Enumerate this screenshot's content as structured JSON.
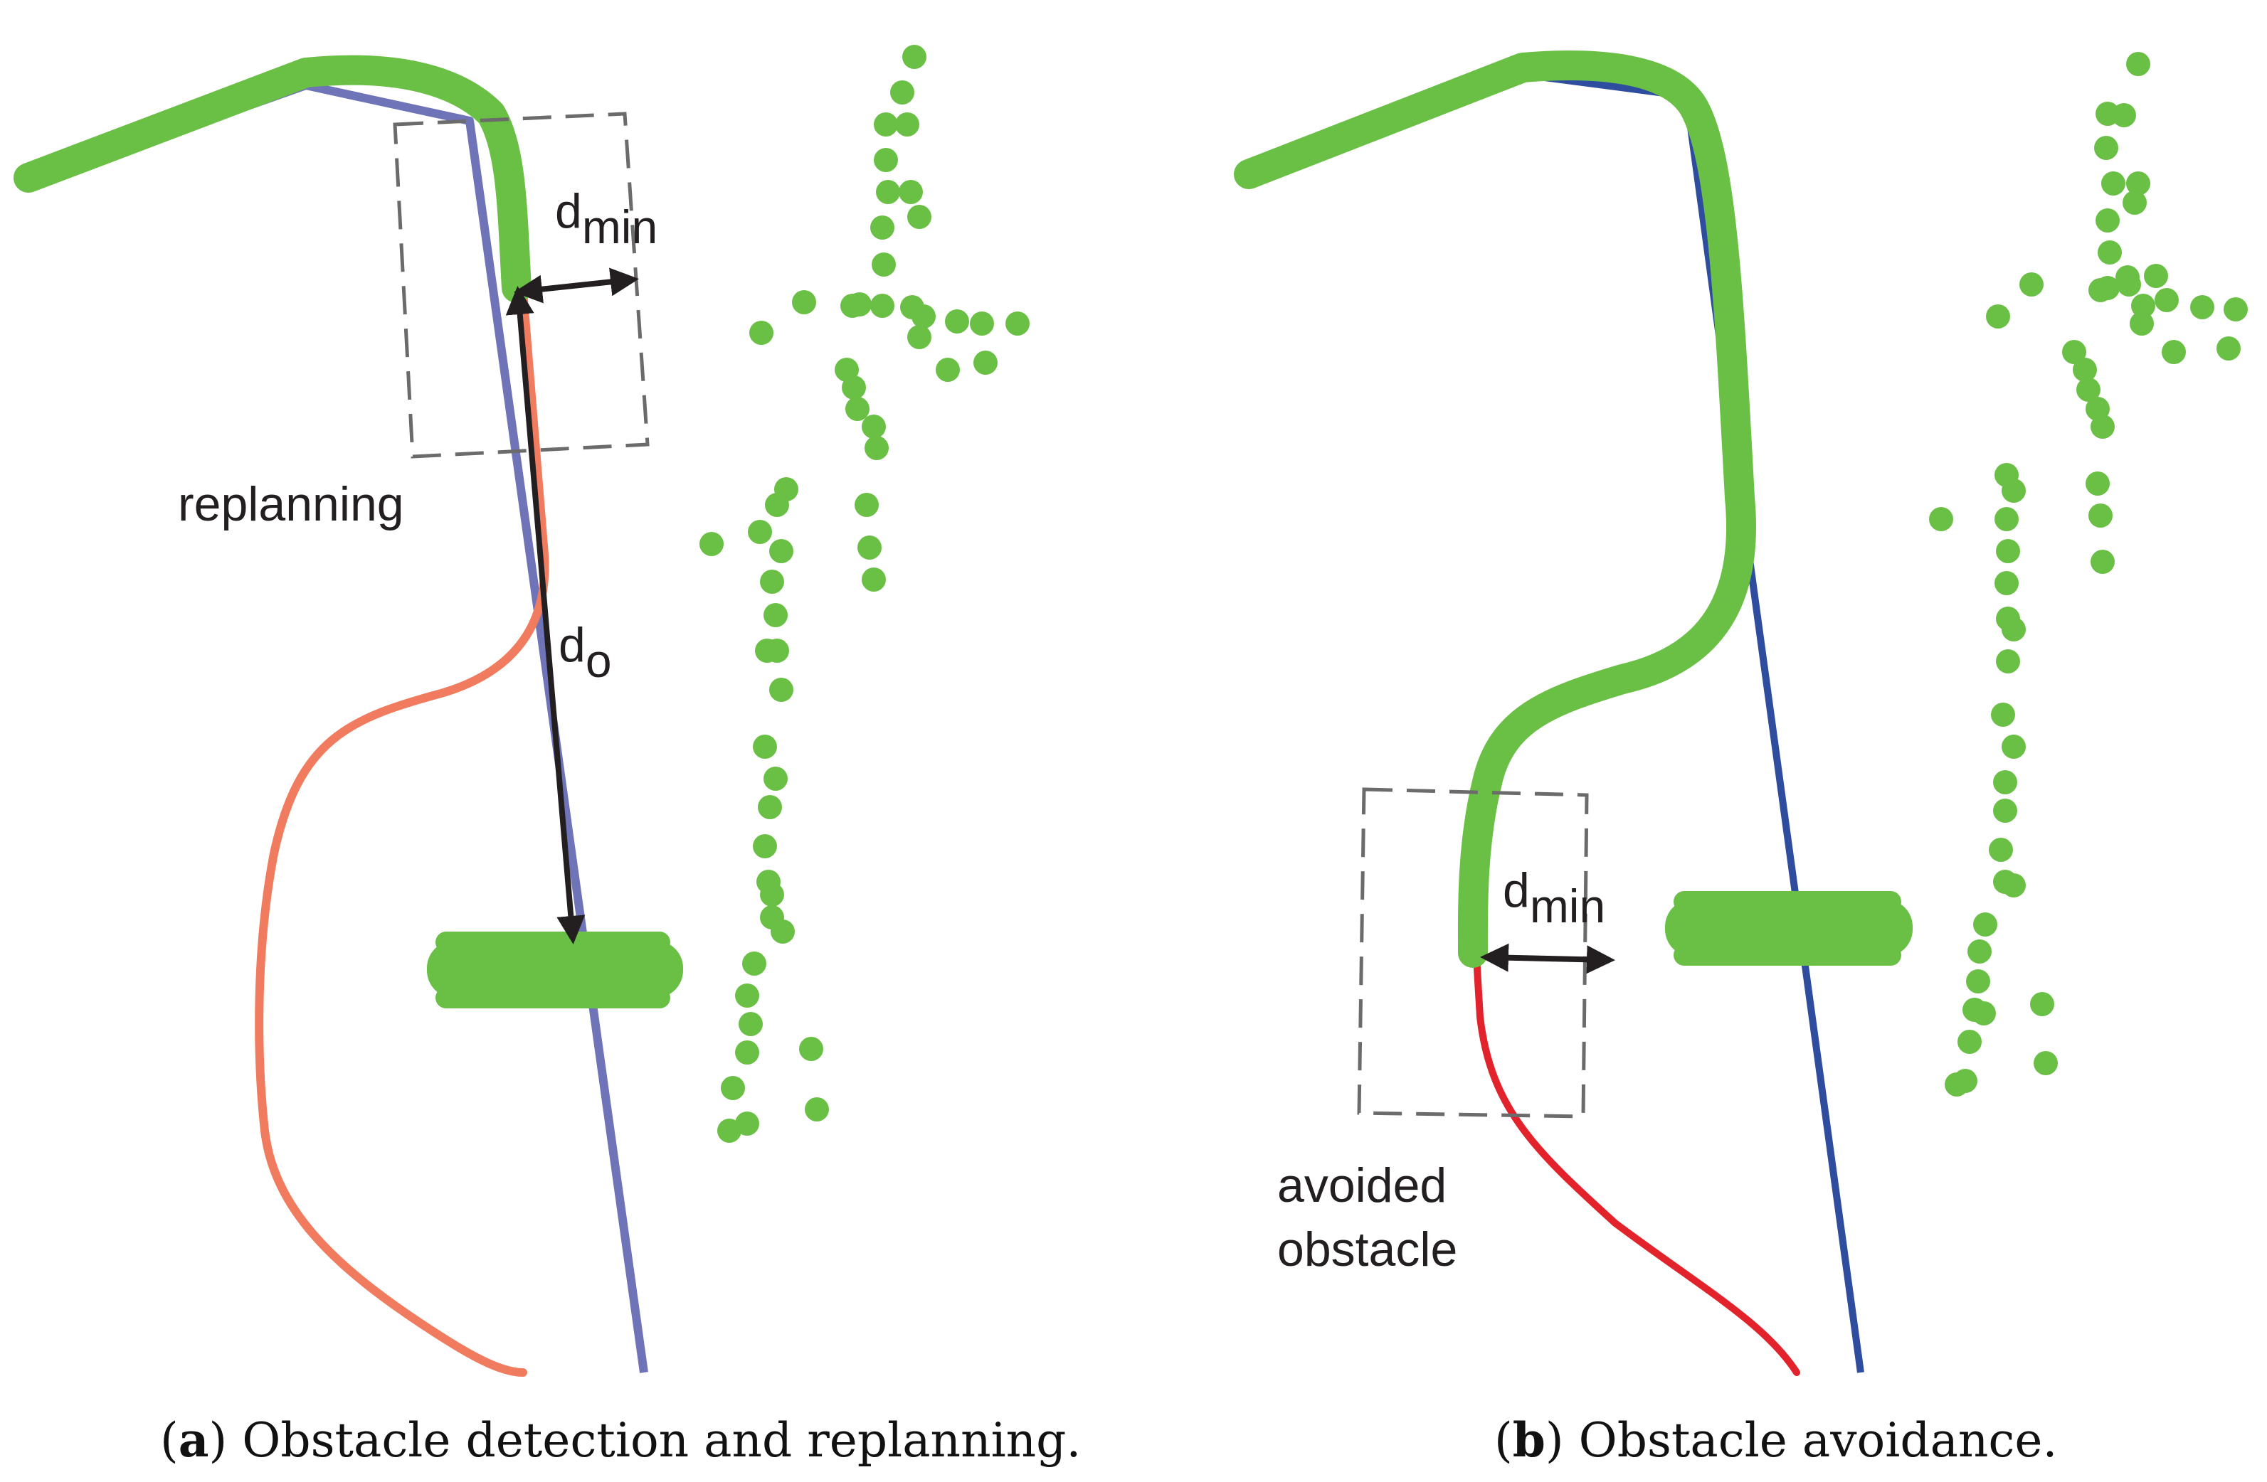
{
  "colors": {
    "executed_path": "#6abf45",
    "reference_path_a": "#6e74b7",
    "reference_path_b": "#2f4d9f",
    "replanned_path_a": "#f07b5e",
    "replanned_path_b": "#e2232b",
    "point_cloud": "#6abf45",
    "dashed_box": "#6b6b6b",
    "arrow": "#231f20"
  },
  "panel_a": {
    "labels": {
      "dmin_base": "d",
      "dmin_sub": "min",
      "do_base": "d",
      "do_sub": "o",
      "replanning": "replanning"
    },
    "caption": {
      "letter": "a",
      "open": "(",
      "close": ")",
      "text": " Obstacle detection and replanning."
    }
  },
  "panel_b": {
    "labels": {
      "dmin_base": "d",
      "dmin_sub": "min",
      "avoided_line1": "avoided",
      "avoided_line2": "obstacle"
    },
    "caption": {
      "letter": "b",
      "open": "(",
      "close": ")",
      "text": " Obstacle avoidance."
    }
  }
}
